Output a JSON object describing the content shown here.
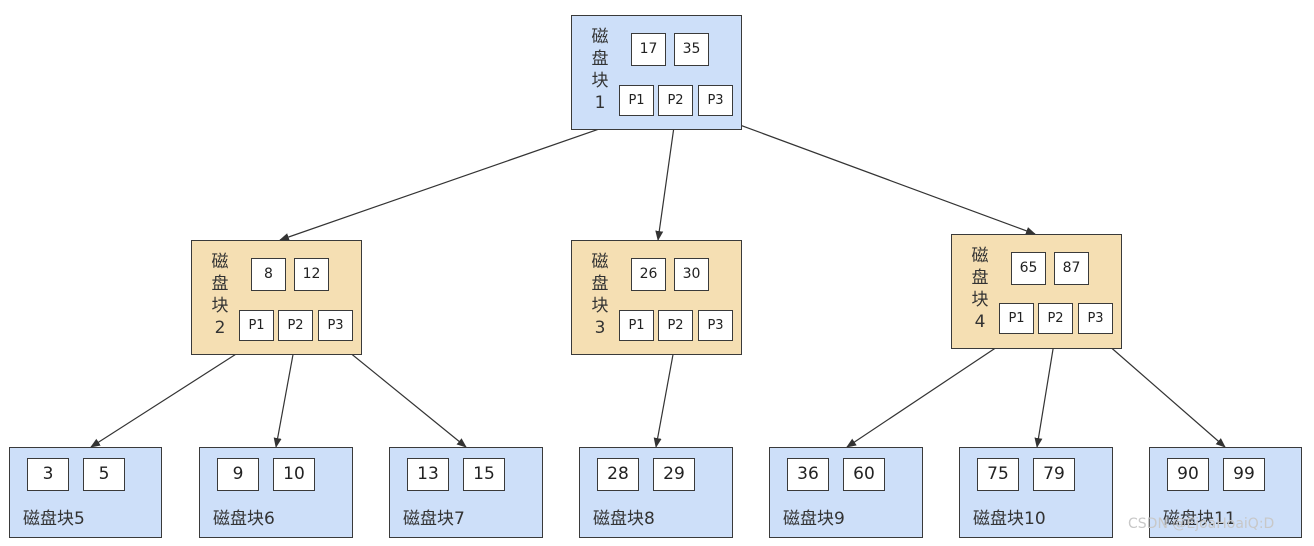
{
  "colors": {
    "root_block": "#cddff9",
    "internal_block": "#f5dfb3",
    "leaf_block": "#cddff9",
    "border": "#3a3a3a",
    "edge": "#333333"
  },
  "root": {
    "label": "磁盘块1",
    "keys": [
      "17",
      "35"
    ],
    "pointers": [
      "P1",
      "P2",
      "P3"
    ]
  },
  "internal": [
    {
      "label": "磁盘块2",
      "keys": [
        "8",
        "12"
      ],
      "pointers": [
        "P1",
        "P2",
        "P3"
      ]
    },
    {
      "label": "磁盘块3",
      "keys": [
        "26",
        "30"
      ],
      "pointers": [
        "P1",
        "P2",
        "P3"
      ]
    },
    {
      "label": "磁盘块4",
      "keys": [
        "65",
        "87"
      ],
      "pointers": [
        "P1",
        "P2",
        "P3"
      ]
    }
  ],
  "leaves": [
    {
      "label": "磁盘块5",
      "keys": [
        "3",
        "5"
      ]
    },
    {
      "label": "磁盘块6",
      "keys": [
        "9",
        "10"
      ]
    },
    {
      "label": "磁盘块7",
      "keys": [
        "13",
        "15"
      ]
    },
    {
      "label": "磁盘块8",
      "keys": [
        "28",
        "29"
      ]
    },
    {
      "label": "磁盘块9",
      "keys": [
        "36",
        "60"
      ]
    },
    {
      "label": "磁盘块10",
      "keys": [
        "75",
        "79"
      ]
    },
    {
      "label": "磁盘块11",
      "keys": [
        "90",
        "99"
      ]
    }
  ],
  "edges": [
    {
      "from": "root.P1",
      "to": "internal.0"
    },
    {
      "from": "root.P2",
      "to": "internal.1"
    },
    {
      "from": "root.P3",
      "to": "internal.2"
    },
    {
      "from": "internal.0.P1",
      "to": "leaves.0"
    },
    {
      "from": "internal.0.P2",
      "to": "leaves.1"
    },
    {
      "from": "internal.0.P3",
      "to": "leaves.2"
    },
    {
      "from": "internal.1.P2",
      "to": "leaves.3"
    },
    {
      "from": "internal.2.P1",
      "to": "leaves.4"
    },
    {
      "from": "internal.2.P2",
      "to": "leaves.5"
    },
    {
      "from": "internal.2.P3",
      "to": "leaves.6"
    }
  ],
  "watermark": "CSDN @EjoaHoaiQ:D"
}
